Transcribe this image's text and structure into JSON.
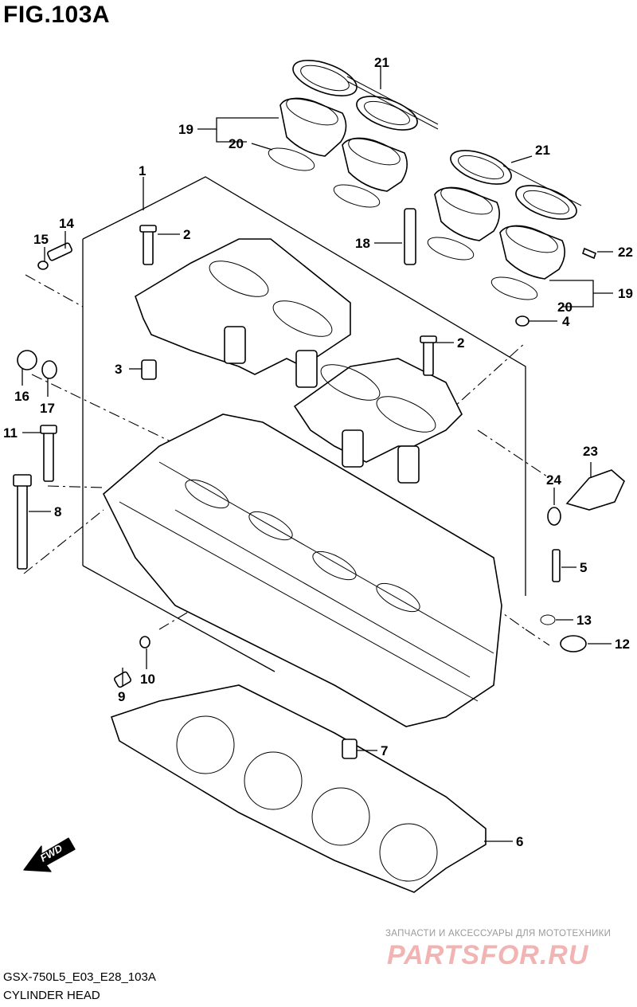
{
  "figure": {
    "title": "FIG.103A",
    "model_code": "GSX-750L5_E03_E28_103A",
    "section_name": "CYLINDER HEAD"
  },
  "watermark": {
    "tagline": "ЗАПЧАСТИ И АКСЕССУАРЫ ДЛЯ МОТОТЕХНИКИ",
    "logo_text": "PARTSFOR.RU"
  },
  "fwd_label": "FWD",
  "callouts": {
    "c1": "1",
    "c2a": "2",
    "c2b": "2",
    "c3": "3",
    "c4": "4",
    "c5": "5",
    "c6": "6",
    "c7": "7",
    "c8": "8",
    "c9": "9",
    "c10": "10",
    "c11": "11",
    "c12": "12",
    "c13": "13",
    "c14": "14",
    "c15": "15",
    "c16": "16",
    "c17": "17",
    "c18": "18",
    "c19a": "19",
    "c19b": "19",
    "c20a": "20",
    "c20b": "20",
    "c21a": "21",
    "c21b": "21",
    "c22": "22",
    "c23": "23",
    "c24": "24"
  }
}
